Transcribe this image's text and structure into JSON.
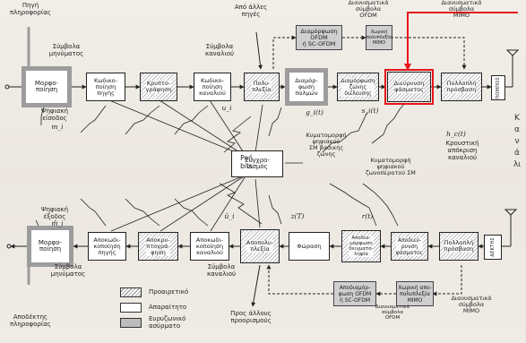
{
  "colors": {
    "highlight": "#e8141b",
    "block_outer": "#9c9c9c",
    "wideband_fill": "#cfcfcf",
    "optional_hatch": "#b9b9b9"
  },
  "icons": [
    "antenna-icon",
    "wire-arrow-icon"
  ],
  "labels": {
    "info_source": "Πηγή\nπληροφορίας",
    "msg_symbols_top": "Σύμβολα\nμηνύματος",
    "from_other_sources": "Από άλλες\nπηγές",
    "channel_symbols_top": "Σύμβολα\nκαναλιού",
    "vector_ofdm": "Διανυσματικά\nσύμβολα\nOFDM",
    "vector_mimo_top": "Διανυσματικά\nσύμβολα\nMIMO",
    "digital_input": "Ψηφιακή\nείσοδος",
    "m_i": "m_i",
    "u_i_top": "u_i",
    "g_i": "g_i(t)",
    "s_i": "s_i(t)",
    "h_c": "h_c(t)",
    "impulse": "Κρουστική\nαπόκριση\nκαναλιού",
    "bit_stream": "Ροή\nbits",
    "baseband_waveform": "Κυματομορφή\nψηφιακού\nΣΜ βασικής\nζώνης",
    "bandpass_waveform": "Κυματομορφή\nψηφιακού\nζωνοπερατού ΣΜ",
    "digital_output": "Ψηφιακή\nέξοδος",
    "m_hat": "m̂_i",
    "u_hat": "û_i",
    "z_T": "z(T)",
    "r_t": "r(t)",
    "msg_symbols_bottom": "Σύμβολα\nμηνύματος",
    "channel_symbols_bottom": "Σύμβολα\nκαναλιού",
    "to_other_dest": "Προς άλλους\nπροορισμούς",
    "vector_ofdm_bottom": "Διανυσματικά\nσύμβολα\nOFDM",
    "vector_mimo_bottom": "Διανυσματικά\nσύμβολα\nMIMO",
    "info_sink": "Αποδέκτης\nπληροφορίας",
    "channel": "Κανάλι"
  },
  "legend": {
    "optional": "Προαιρετικό",
    "required": "Απαραίτητο",
    "wideband": "Ευρυζωνικό\nασύρματο"
  },
  "blocks": {
    "format_tx": "Μορφο-\nποίηση",
    "source_enc": "Κωδικο-\nποίηση\nπηγής",
    "encrypt": "Κρυπτο-\nγράφηση",
    "channel_enc": "Κωδικο-\nποίηση\nκαναλιού",
    "multiplex": "Πολυ-\nπλεξία",
    "pulse_mod": "Διαμόρ-\nφωση\nπαλμών",
    "bandpass_mod": "Διαμόρφωση\nζώνης\nδιέλευσης",
    "freq_spread": "Διεύρυνση\nφάσματος",
    "multiple_access": "Πολλαπλή\nπρόσβαση",
    "transmitter": "ΠΟΜΠΟΣ",
    "ofdm_mod": "Διαμόρφωση\nOFDM\nή SC-OFDM",
    "mimo_mux": "Χωρική\nπολυπλεξία\nMIMO",
    "sync": "Συγχρο-\nνισμός",
    "format_rx": "Μορφο-\nποίηση",
    "source_dec": "Αποκωδι-\nκοποίηση\nπηγής",
    "decrypt": "Αποκρυ-\nπτογρά-\nφηση",
    "channel_dec": "Αποκωδι-\nκοποίηση\nκαναλιού",
    "demultiplex": "Αποπολυ-\nπλεξία",
    "detection": "Φώραση",
    "demod_sampling": "Αποδια-\nμόρφωση\nδειγματο-\nληψία",
    "despread": "Αποδιεύ-\nρυνση\nφάσματος",
    "multiple_access_rx": "Πολλαπλή\nπρόσβαση",
    "receiver": "ΔΕΚΤΗΣ",
    "ofdm_demod": "Αποδιαμόρ-\nφωση OFDM\nή SC-OFDM",
    "mimo_demux": "Χωρική απο-\nπολυπλεξία\nMIMO"
  }
}
